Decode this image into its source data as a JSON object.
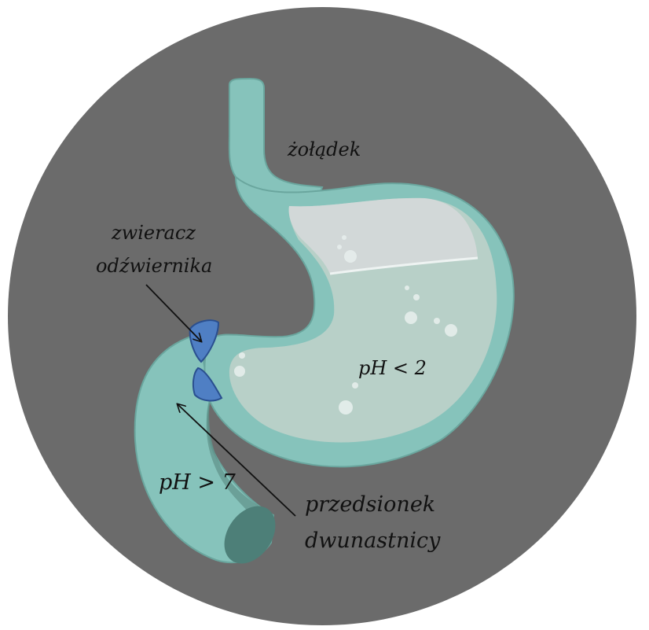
{
  "labels": {
    "stomach": "żołądek",
    "sphincter_line1": "zwieracz",
    "sphincter_line2": "odźwiernika",
    "ph_stomach": "pH < 2",
    "ph_duodenum": "pH > 7",
    "duodenum_line1": "przedsionek",
    "duodenum_line2": "dwunastnicy"
  },
  "colors": {
    "background_disc": "#6b6b6b",
    "organ_wall": "#86c3bb",
    "organ_inner_liquid": "#b8d0c8",
    "organ_inner_air": "#d2d8d8",
    "sphincter": "#4f7fc4",
    "sphincter_outline": "#2a4f8f",
    "text": "#111111"
  },
  "icons": [
    "stomach-illustration",
    "pyloric-sphincter-shape",
    "arrow"
  ]
}
